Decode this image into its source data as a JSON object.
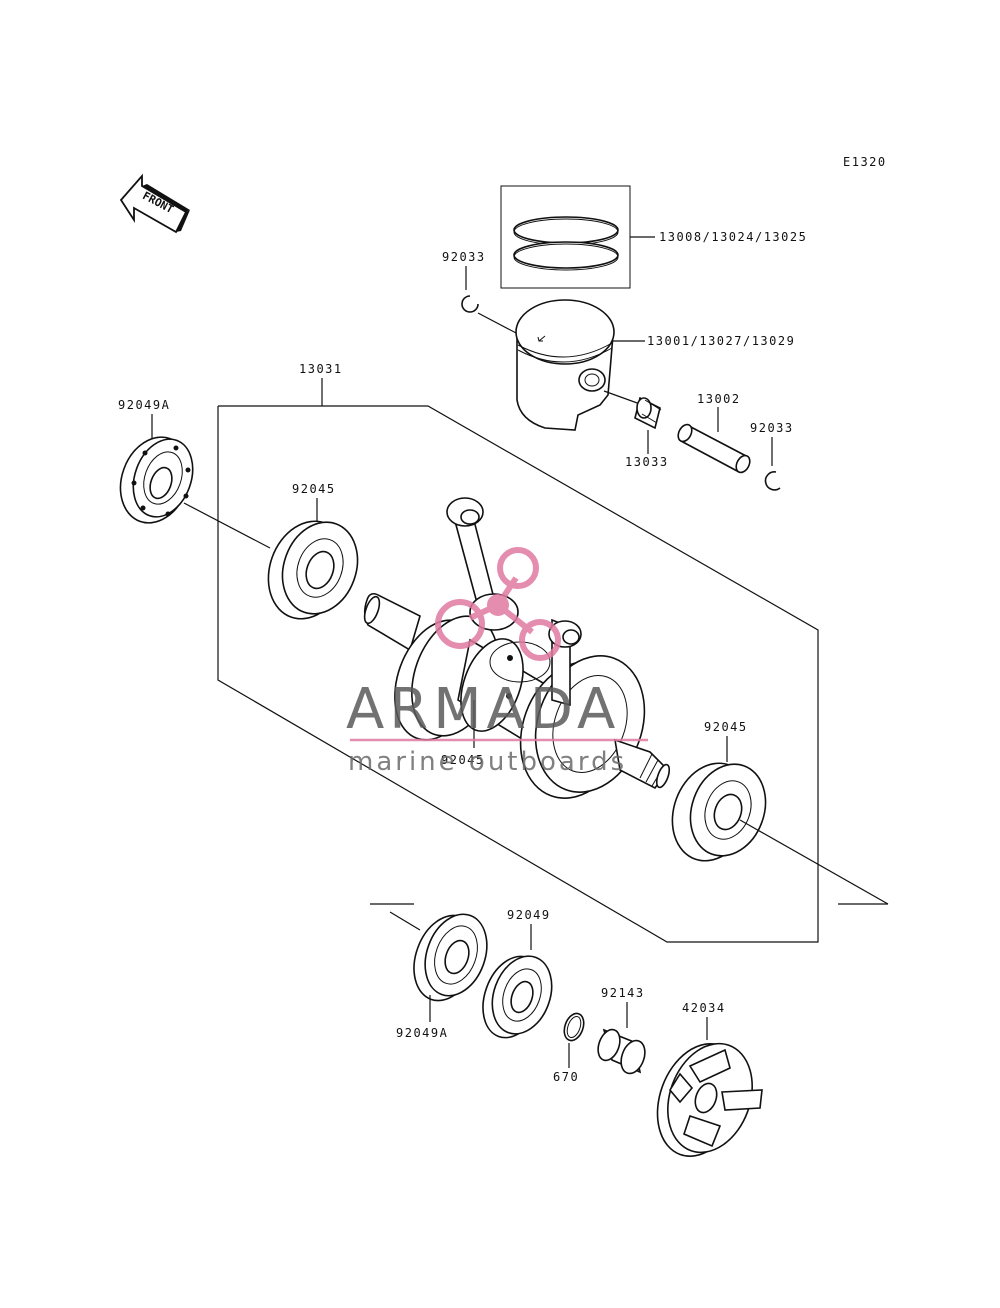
{
  "diagram_code": "E1320",
  "front_label": "FRONT",
  "parts": {
    "piston_rings": "13008/13024/13025",
    "clip_upper": "92033",
    "piston": "13001/13027/13029",
    "piston_pin": "13002",
    "clip_lower": "92033",
    "needle_bearing": "13033",
    "crankshaft_assy": "13031",
    "oil_seal_left": "92049A",
    "bearing_left": "92045",
    "bearing_center": "92045",
    "bearing_right": "92045",
    "oil_seal_bottom": "92049A",
    "seal_bottom": "92049",
    "o_ring": "670",
    "collar": "92143",
    "coupling": "42034"
  },
  "watermark": {
    "brand": "ARMADA",
    "tagline": "marine outboards",
    "color": "#e07aa0"
  }
}
